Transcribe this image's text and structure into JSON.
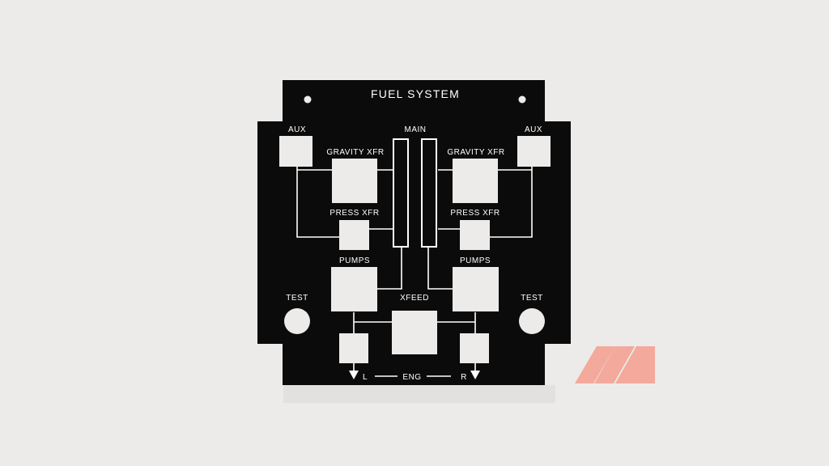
{
  "panel": {
    "title": "FUEL SYSTEM",
    "labels": {
      "main": "MAIN",
      "aux_left": "AUX",
      "aux_right": "AUX",
      "gravity_left": "GRAVITY XFR",
      "gravity_right": "GRAVITY XFR",
      "press_left": "PRESS XFR",
      "press_right": "PRESS XFR",
      "pumps_left": "PUMPS",
      "pumps_right": "PUMPS",
      "test_left": "TEST",
      "test_right": "TEST",
      "xfeed": "XFEED",
      "eng_left": "L",
      "eng": "ENG",
      "eng_right": "R"
    }
  },
  "colors": {
    "background": "#ecebea",
    "panel": "#0b0b0b",
    "legend": "#ffffff",
    "logo": "#f3a99c"
  },
  "logo": {
    "icon": "brand-logo-mark"
  }
}
